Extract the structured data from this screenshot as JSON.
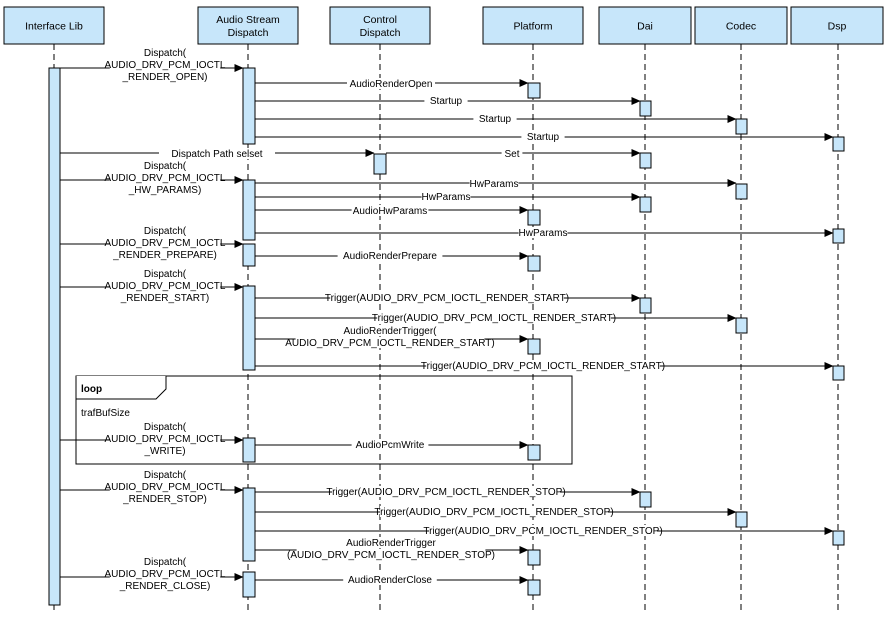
{
  "colors": {
    "box": "#c7e6fa",
    "border": "#000000",
    "lifeline": "#000000",
    "background": "#ffffff"
  },
  "lifelines": [
    {
      "id": "if",
      "lines": [
        "Interface Lib"
      ]
    },
    {
      "id": "as",
      "lines": [
        "Audio Stream",
        "Dispatch"
      ]
    },
    {
      "id": "cd",
      "lines": [
        "Control",
        "Dispatch"
      ]
    },
    {
      "id": "pf",
      "lines": [
        "Platform"
      ]
    },
    {
      "id": "dai",
      "lines": [
        "Dai"
      ]
    },
    {
      "id": "cod",
      "lines": [
        "Codec"
      ]
    },
    {
      "id": "dsp",
      "lines": [
        "Dsp"
      ]
    }
  ],
  "messages": [
    {
      "from": "if",
      "to": "as",
      "label": [
        "Dispatch(",
        "AUDIO_DRV_PCM_IOCTL",
        "_RENDER_OPEN)"
      ]
    },
    {
      "from": "as",
      "to": "pf",
      "label": [
        "AudioRenderOpen"
      ]
    },
    {
      "from": "as",
      "to": "dai",
      "label": [
        "Startup"
      ]
    },
    {
      "from": "as",
      "to": "cod",
      "label": [
        "Startup"
      ]
    },
    {
      "from": "as",
      "to": "dsp",
      "label": [
        "Startup"
      ]
    },
    {
      "from": "if",
      "to": "cd",
      "label": [
        "Dispatch Path selset"
      ]
    },
    {
      "from": "cd",
      "to": "dai",
      "label": [
        "Set"
      ]
    },
    {
      "from": "if",
      "to": "as",
      "label": [
        "Dispatch(",
        "AUDIO_DRV_PCM_IOCTL",
        "_HW_PARAMS)"
      ]
    },
    {
      "from": "as",
      "to": "cod",
      "label": [
        "HwParams"
      ]
    },
    {
      "from": "as",
      "to": "dai",
      "label": [
        "HwParams"
      ]
    },
    {
      "from": "as",
      "to": "pf",
      "label": [
        "AudioHwParams"
      ]
    },
    {
      "from": "as",
      "to": "dsp",
      "label": [
        "HwParams"
      ]
    },
    {
      "from": "if",
      "to": "as",
      "label": [
        "Dispatch(",
        "AUDIO_DRV_PCM_IOCTL",
        "_RENDER_PREPARE)"
      ]
    },
    {
      "from": "as",
      "to": "pf",
      "label": [
        "AudioRenderPrepare"
      ]
    },
    {
      "from": "if",
      "to": "as",
      "label": [
        "Dispatch(",
        "AUDIO_DRV_PCM_IOCTL",
        "_RENDER_START)"
      ]
    },
    {
      "from": "as",
      "to": "dai",
      "label": [
        "Trigger(AUDIO_DRV_PCM_IOCTL_RENDER_START)"
      ]
    },
    {
      "from": "as",
      "to": "cod",
      "label": [
        "Trigger(AUDIO_DRV_PCM_IOCTL_RENDER_START)"
      ]
    },
    {
      "from": "as",
      "to": "pf",
      "label": [
        "AudioRenderTrigger(",
        "AUDIO_DRV_PCM_IOCTL_RENDER_START)"
      ]
    },
    {
      "from": "as",
      "to": "dsp",
      "label": [
        "Trigger(AUDIO_DRV_PCM_IOCTL_RENDER_START)"
      ]
    },
    {
      "from": "if",
      "to": "as",
      "label": [
        "Dispatch(",
        "AUDIO_DRV_PCM_IOCTL",
        "_WRITE)"
      ]
    },
    {
      "from": "as",
      "to": "pf",
      "label": [
        "AudioPcmWrite"
      ]
    },
    {
      "from": "if",
      "to": "as",
      "label": [
        "Dispatch(",
        "AUDIO_DRV_PCM_IOCTL",
        "_RENDER_STOP)"
      ]
    },
    {
      "from": "as",
      "to": "dai",
      "label": [
        "Trigger(AUDIO_DRV_PCM_IOCTL_RENDER_STOP)"
      ]
    },
    {
      "from": "as",
      "to": "cod",
      "label": [
        "Trigger(AUDIO_DRV_PCM_IOCTL_RENDER_STOP)"
      ]
    },
    {
      "from": "as",
      "to": "dsp",
      "label": [
        "Trigger(AUDIO_DRV_PCM_IOCTL_RENDER_STOP)"
      ]
    },
    {
      "from": "as",
      "to": "pf",
      "label": [
        "AudioRenderTrigger",
        "(AUDIO_DRV_PCM_IOCTL_RENDER_STOP)"
      ]
    },
    {
      "from": "if",
      "to": "as",
      "label": [
        "Dispatch(",
        "AUDIO_DRV_PCM_IOCTL",
        "_RENDER_CLOSE)"
      ]
    },
    {
      "from": "as",
      "to": "pf",
      "label": [
        "AudioRenderClose"
      ]
    }
  ],
  "loop": {
    "title": "loop",
    "condition": "trafBufSize"
  }
}
